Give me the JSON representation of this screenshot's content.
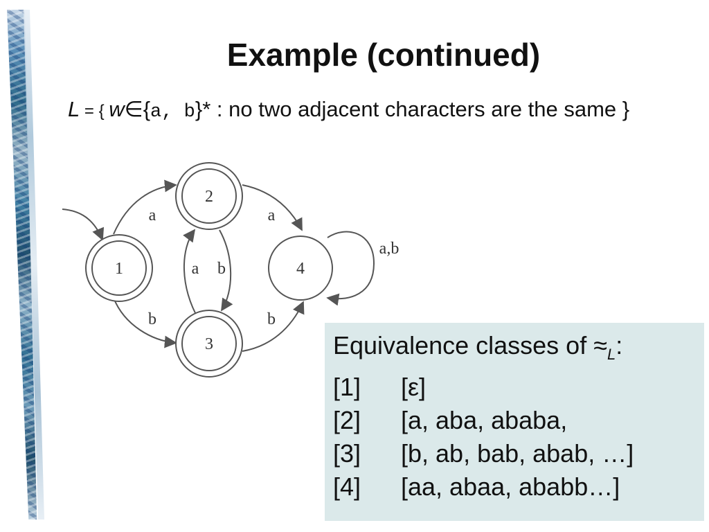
{
  "slide": {
    "title": "Example (continued)",
    "language": {
      "L": "L",
      "eq_open": " = { ",
      "w": "w",
      "in_open": "∈{",
      "alpha": "a, b",
      "close_star": "}* : no two adjacent characters are the same }"
    }
  },
  "diagram": {
    "states": [
      {
        "id": "1",
        "label": "1",
        "accepting": true
      },
      {
        "id": "2",
        "label": "2",
        "accepting": true
      },
      {
        "id": "3",
        "label": "3",
        "accepting": true
      },
      {
        "id": "4",
        "label": "4",
        "accepting": false
      }
    ],
    "transitions": [
      {
        "from": "1",
        "to": "2",
        "label": "a"
      },
      {
        "from": "1",
        "to": "3",
        "label": "b"
      },
      {
        "from": "2",
        "to": "4",
        "label": "a"
      },
      {
        "from": "2",
        "to": "3",
        "label": "b"
      },
      {
        "from": "3",
        "to": "2",
        "label": "a"
      },
      {
        "from": "3",
        "to": "4",
        "label": "b"
      },
      {
        "from": "4",
        "to": "4",
        "label": "a,b"
      }
    ],
    "start_state": "1"
  },
  "equivalence": {
    "heading_prefix": "Equivalence classes of ",
    "approx": "≈",
    "sub": "L",
    "colon": ":",
    "rows": [
      {
        "key": "[1]",
        "value": "[ε]"
      },
      {
        "key": "[2]",
        "value": "[a, aba, ababa,"
      },
      {
        "key": "[3]",
        "value": "[b, ab, bab, abab, …]"
      },
      {
        "key": "[4]",
        "value": "[aa, abaa, ababb…]"
      }
    ]
  },
  "colors": {
    "box_background": "#dbe9ea",
    "diagram_stroke": "#555555"
  }
}
